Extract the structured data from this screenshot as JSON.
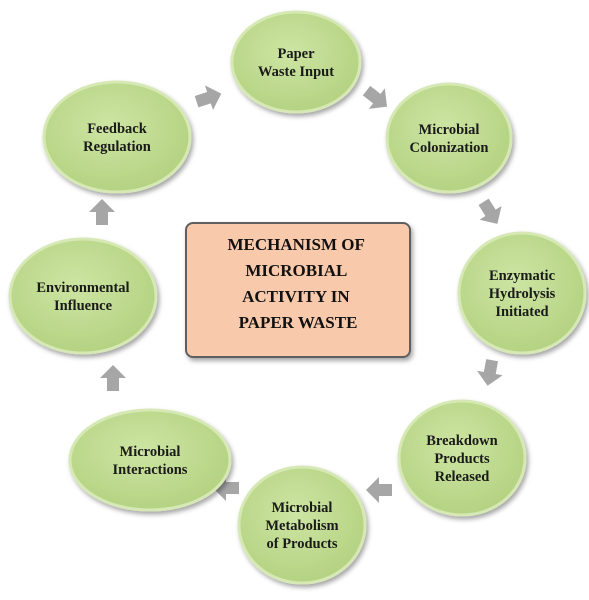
{
  "title": "MECHANISM OF MICROBIAL ACTIVITY IN PAPER WASTE",
  "title_lines": [
    "MECHANISM OF",
    "MICROBIAL",
    "ACTIVITY IN",
    "PAPER WASTE"
  ],
  "colors": {
    "node_fill": "#c2dc93",
    "node_stroke": "#d6e8b4",
    "center_fill": "#f9c9ab",
    "center_stroke": "#5f5f5f",
    "arrow": "#a6a6a6"
  },
  "nodes": [
    {
      "name": "node-paper-waste-input",
      "lines": [
        "Paper",
        "Waste Input"
      ]
    },
    {
      "name": "node-microbial-colonization",
      "lines": [
        "Microbial",
        "Colonization"
      ]
    },
    {
      "name": "node-enzymatic-hydrolysis",
      "lines": [
        "Enzymatic",
        "Hydrolysis",
        "Initiated"
      ]
    },
    {
      "name": "node-breakdown-products",
      "lines": [
        "Breakdown",
        "Products",
        "Released"
      ]
    },
    {
      "name": "node-microbial-metabolism",
      "lines": [
        "Microbial",
        "Metabolism",
        "of Products"
      ]
    },
    {
      "name": "node-microbial-interactions",
      "lines": [
        "Microbial",
        "Interactions"
      ]
    },
    {
      "name": "node-environmental-influence",
      "lines": [
        "Environmental",
        "Influence"
      ]
    },
    {
      "name": "node-feedback-regulation",
      "lines": [
        "Feedback",
        "Regulation"
      ]
    }
  ]
}
